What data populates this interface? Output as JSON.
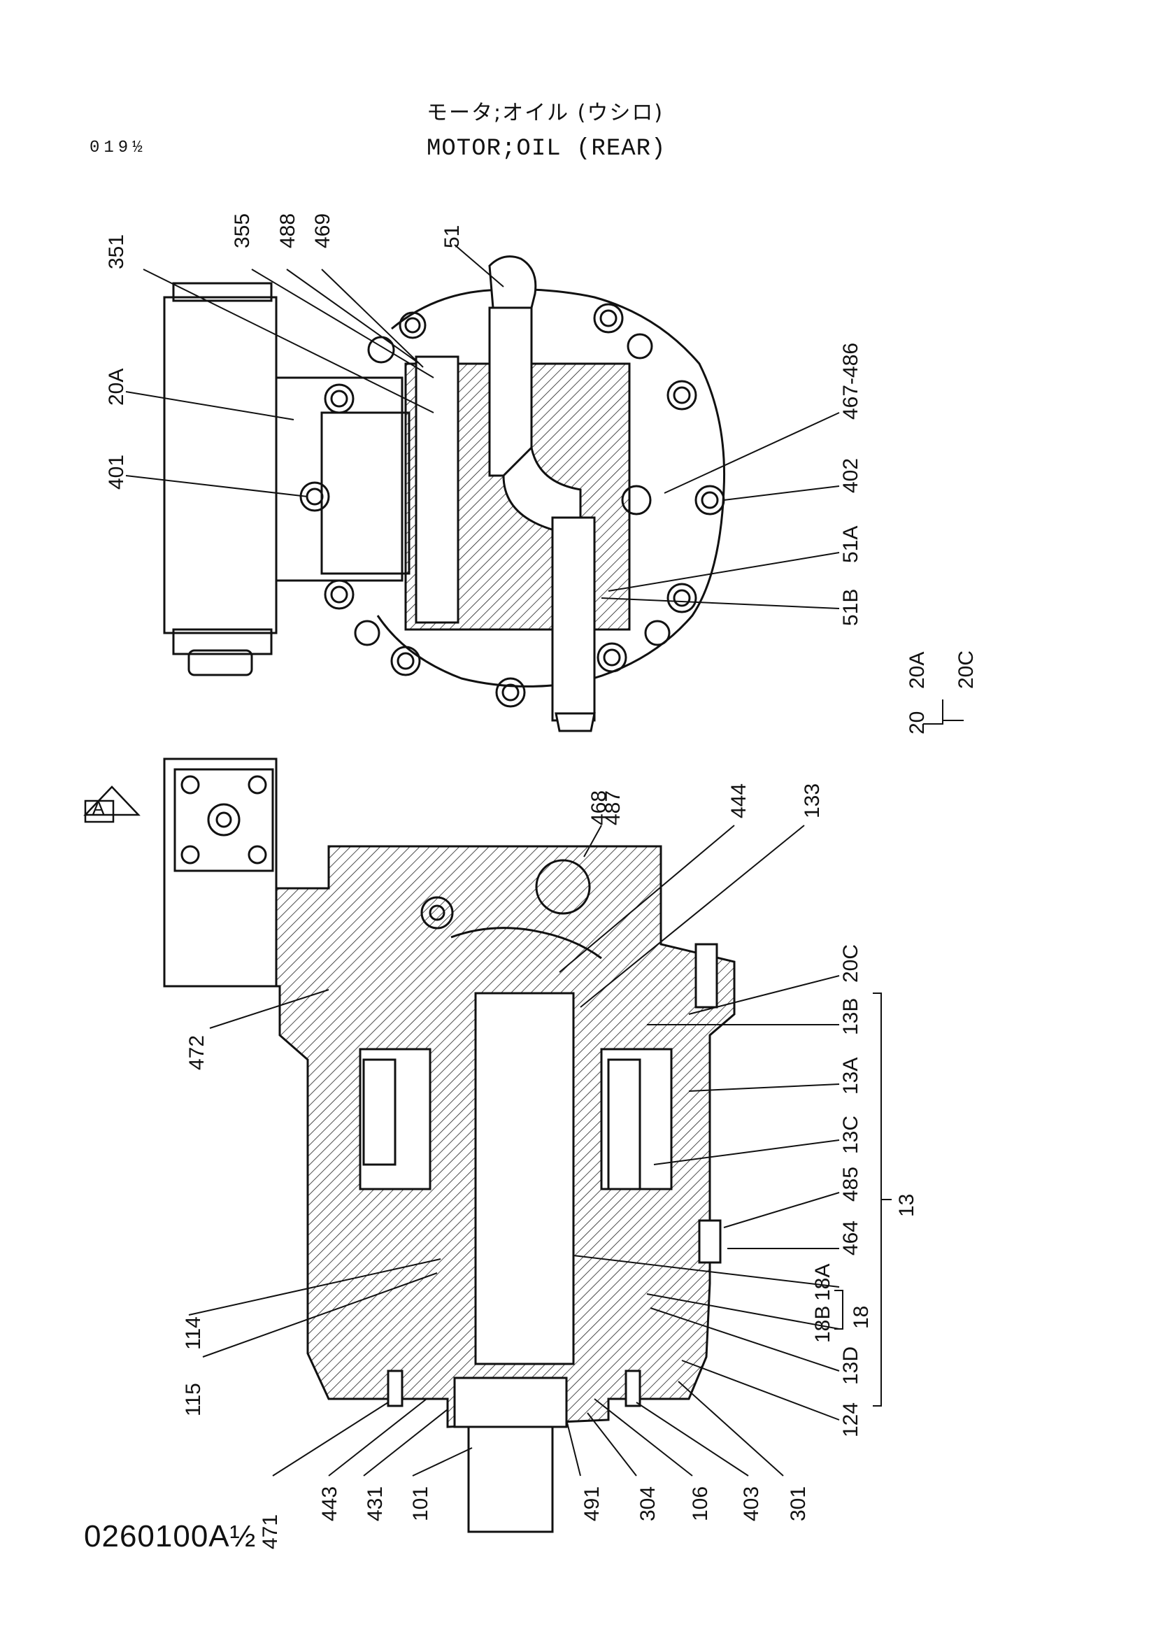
{
  "header": {
    "title_jp": "モータ;オイル (ウシロ)",
    "title_en": "MOTOR;OIL (REAR)",
    "page_number": "019½"
  },
  "footer": {
    "document_number": "0260100A½"
  },
  "view_marker": "A",
  "top_view_labels": [
    {
      "id": "351",
      "text": "351"
    },
    {
      "id": "355",
      "text": "355"
    },
    {
      "id": "488",
      "text": "488"
    },
    {
      "id": "469",
      "text": "469"
    },
    {
      "id": "51",
      "text": "51"
    },
    {
      "id": "20A",
      "text": "20A"
    },
    {
      "id": "401",
      "text": "401"
    },
    {
      "id": "467-486",
      "text": "467-486"
    },
    {
      "id": "402",
      "text": "402"
    },
    {
      "id": "51A",
      "text": "51A"
    },
    {
      "id": "51B",
      "text": "51B"
    }
  ],
  "group_20": {
    "parent": "20",
    "children": [
      "20A",
      "20C"
    ]
  },
  "section_view_labels": [
    {
      "id": "468",
      "text": "468"
    },
    {
      "id": "487",
      "text": "487"
    },
    {
      "id": "444",
      "text": "444"
    },
    {
      "id": "133",
      "text": "133"
    },
    {
      "id": "20C",
      "text": "20C"
    },
    {
      "id": "13B",
      "text": "13B"
    },
    {
      "id": "13A",
      "text": "13A"
    },
    {
      "id": "13C",
      "text": "13C"
    },
    {
      "id": "485",
      "text": "485"
    },
    {
      "id": "464",
      "text": "464"
    },
    {
      "id": "18A",
      "text": "18A"
    },
    {
      "id": "18B",
      "text": "18B"
    },
    {
      "id": "13D",
      "text": "13D"
    },
    {
      "id": "124",
      "text": "124"
    },
    {
      "id": "301",
      "text": "301"
    },
    {
      "id": "403",
      "text": "403"
    },
    {
      "id": "106",
      "text": "106"
    },
    {
      "id": "304",
      "text": "304"
    },
    {
      "id": "491",
      "text": "491"
    },
    {
      "id": "101",
      "text": "101"
    },
    {
      "id": "431",
      "text": "431"
    },
    {
      "id": "443",
      "text": "443"
    },
    {
      "id": "471",
      "text": "471"
    },
    {
      "id": "115",
      "text": "115"
    },
    {
      "id": "114",
      "text": "114"
    },
    {
      "id": "472",
      "text": "472"
    }
  ],
  "group_13": {
    "parent": "13",
    "children": [
      "13B",
      "13A",
      "13C",
      "13D"
    ]
  },
  "group_18": {
    "parent": "18",
    "children": [
      "18A",
      "18B"
    ]
  }
}
